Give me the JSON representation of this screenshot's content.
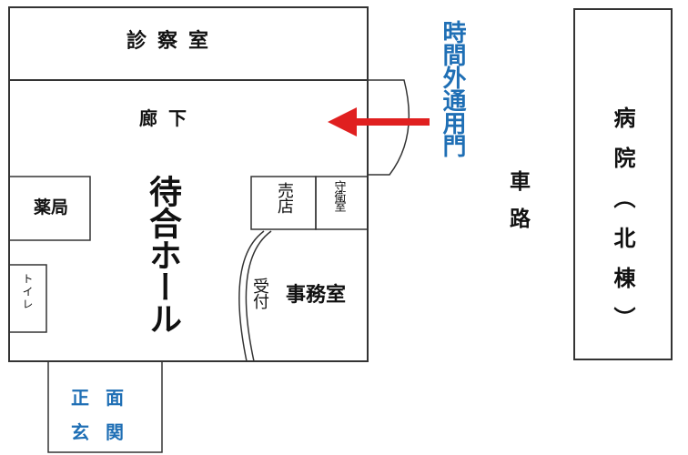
{
  "rooms": {
    "examination": "診察室",
    "corridor": "廊下",
    "pharmacy": "薬局",
    "toilet": "トイレ",
    "waiting_hall": "待合ホール",
    "shop": "売店",
    "guard_room": "守衛室",
    "reception": "受付",
    "office": "事務室",
    "main_entrance_line1": "正面",
    "main_entrance_line2": "玄関"
  },
  "outside": {
    "after_hours_gate": "時間外通用門",
    "driveway": "車路",
    "north_building": "病院（北棟）"
  },
  "colors": {
    "wall": "#333333",
    "arrow": "#e02020",
    "accent_text": "#1f6fb5"
  }
}
